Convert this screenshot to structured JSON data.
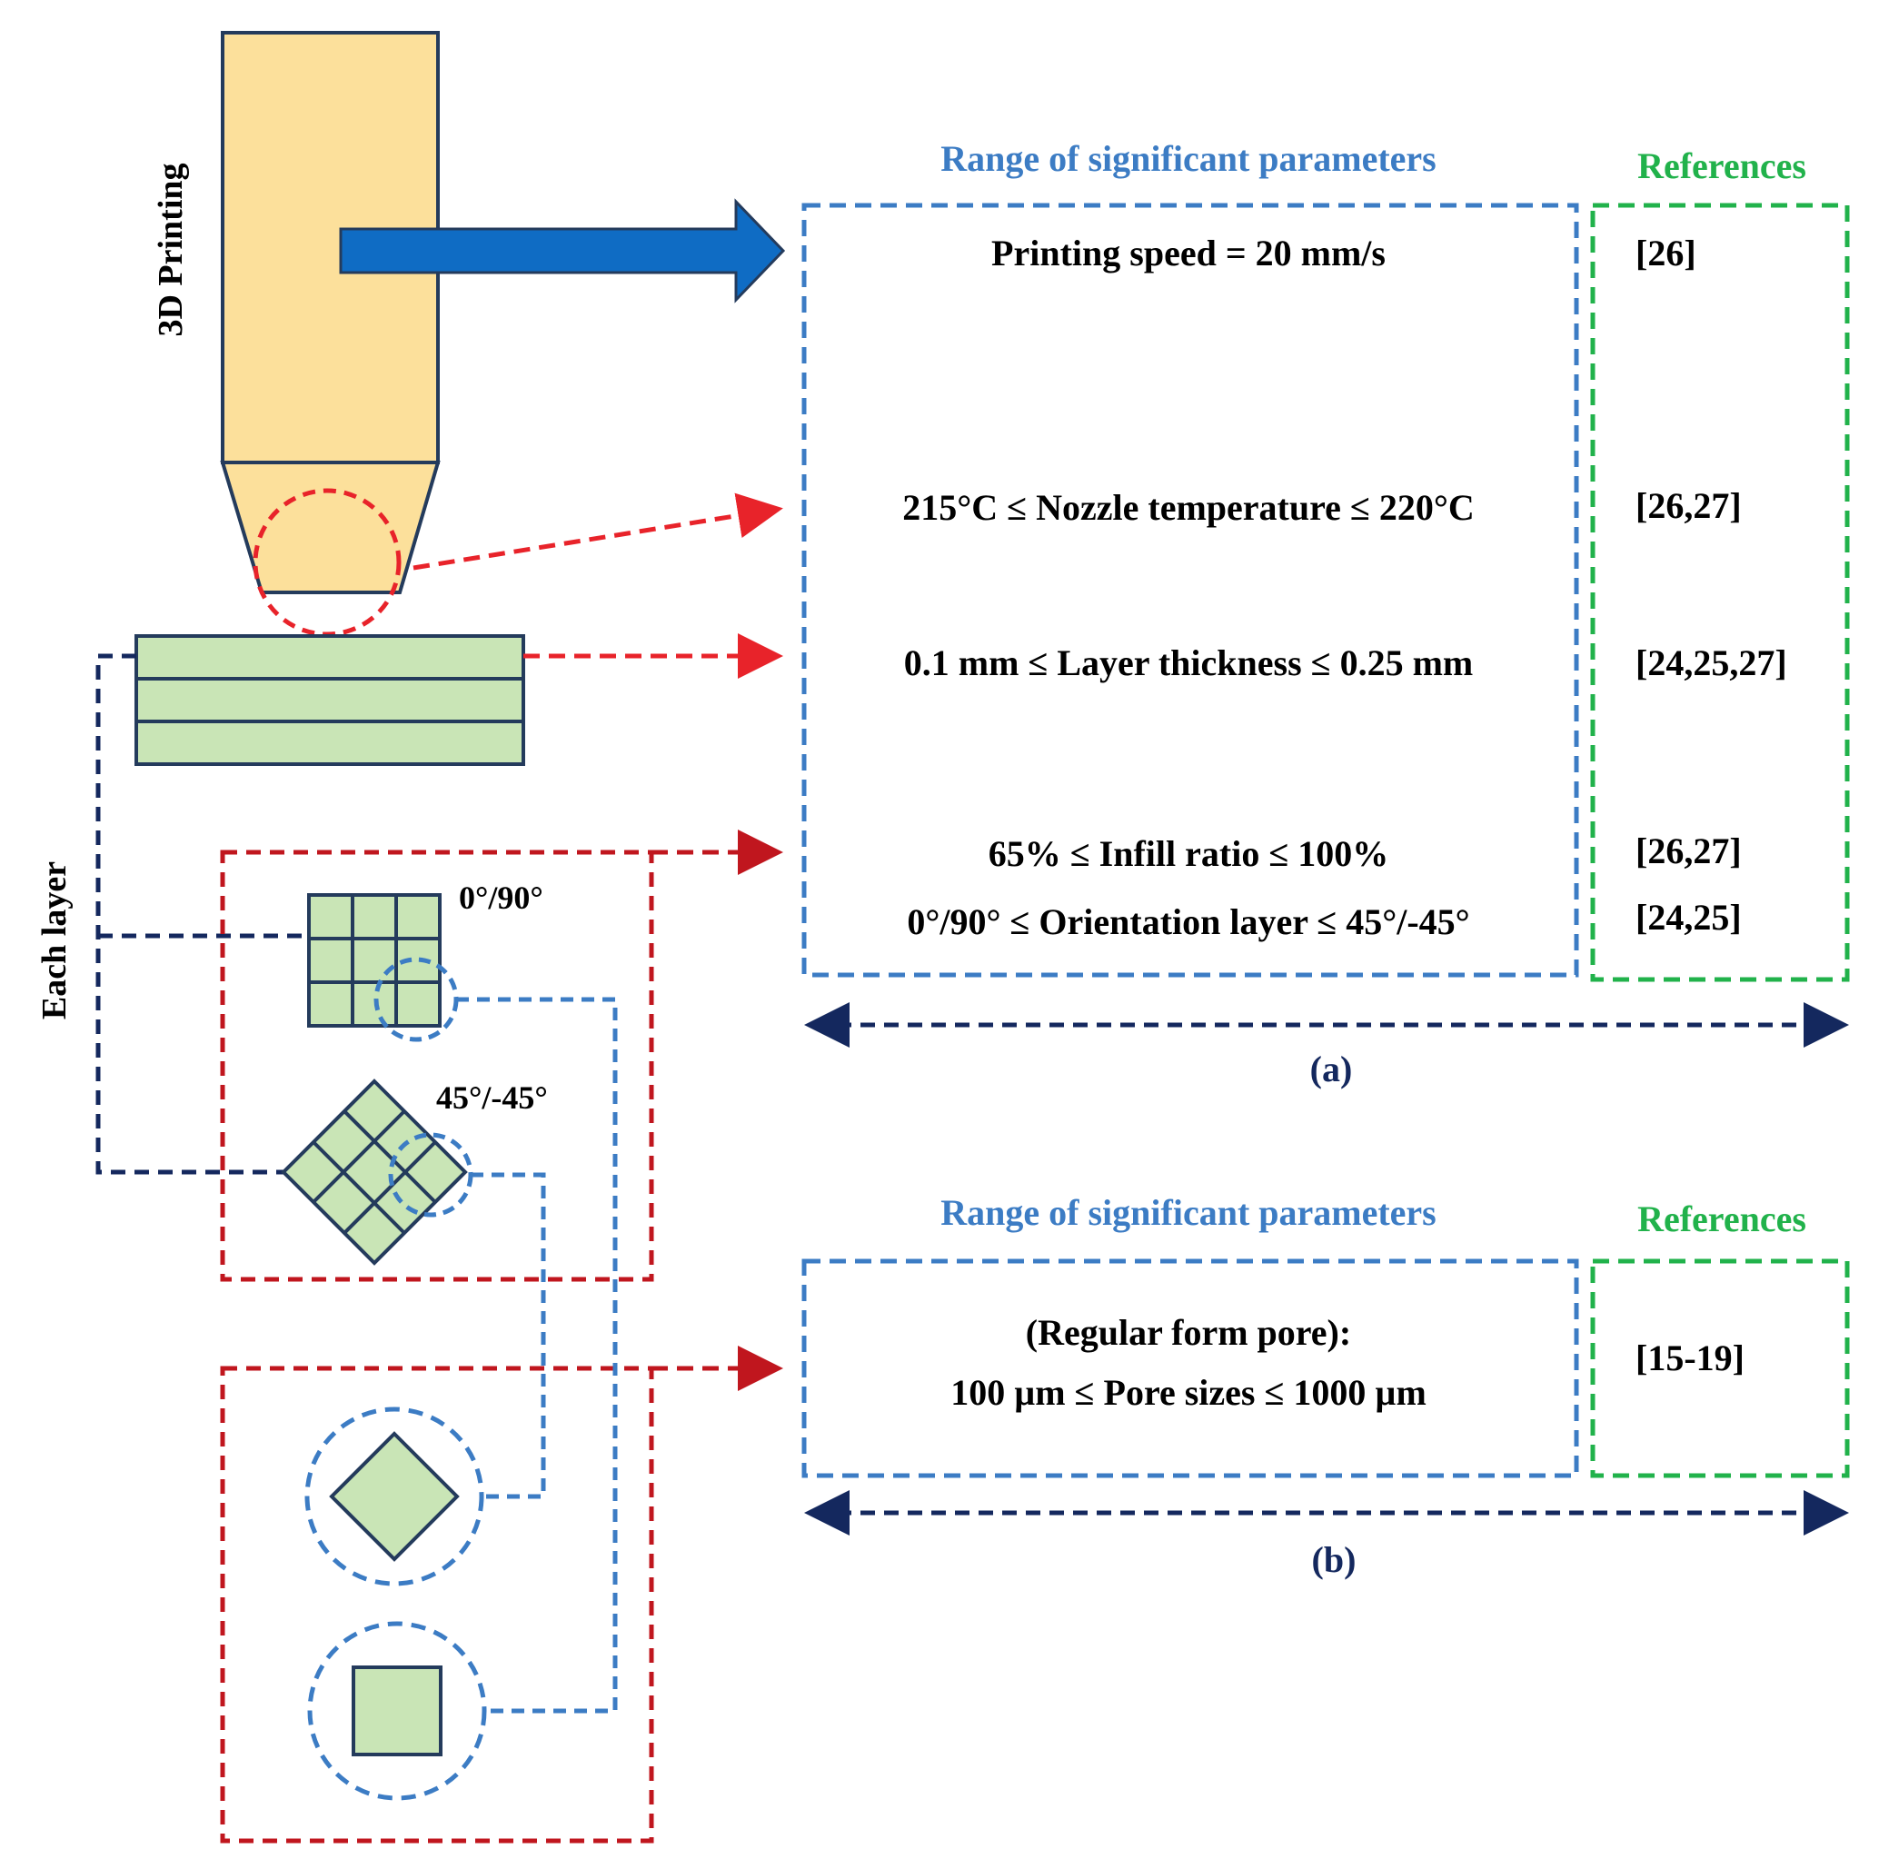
{
  "printer": {
    "label": "3D Printing",
    "body_fill": "#FCE09B",
    "outline": "#243B5C"
  },
  "layers": {
    "label": "Each layer",
    "fill": "#C9E5B6",
    "count": 3
  },
  "patterns": {
    "grid_0_90": "0°/90°",
    "grid_45": "45°/-45°"
  },
  "panel_a": {
    "header_params": "Range of significant parameters",
    "header_refs": "References",
    "rows": [
      {
        "param": "Printing speed = 20 mm/s",
        "ref": "[26]"
      },
      {
        "param": "215°C ≤ Nozzle temperature ≤ 220°C",
        "ref": "[26,27]"
      },
      {
        "param": "0.1 mm ≤ Layer thickness ≤ 0.25 mm",
        "ref": "[24,25,27]"
      },
      {
        "param": "65% ≤ Infill ratio ≤ 100%",
        "ref": "[26,27]"
      },
      {
        "param": "0°/90° ≤ Orientation layer ≤ 45°/-45°",
        "ref": "[24,25]"
      }
    ],
    "caption": "(a)"
  },
  "panel_b": {
    "header_params": "Range of significant parameters",
    "header_refs": "References",
    "param_line1": "(Regular form pore):",
    "param_line2": "100 µm ≤ Pore sizes ≤ 1000 µm",
    "ref": "[15-19]",
    "caption": "(b)"
  },
  "colors": {
    "blue_box": "#3C7CC4",
    "green_box": "#21B24B",
    "red_dash": "#E8232A",
    "dark_red_dash": "#C0161E",
    "navy": "#14285E",
    "arrow_blue": "#0F6CC4",
    "blue_text": "#3C7CC4",
    "green_text": "#21B24B"
  }
}
